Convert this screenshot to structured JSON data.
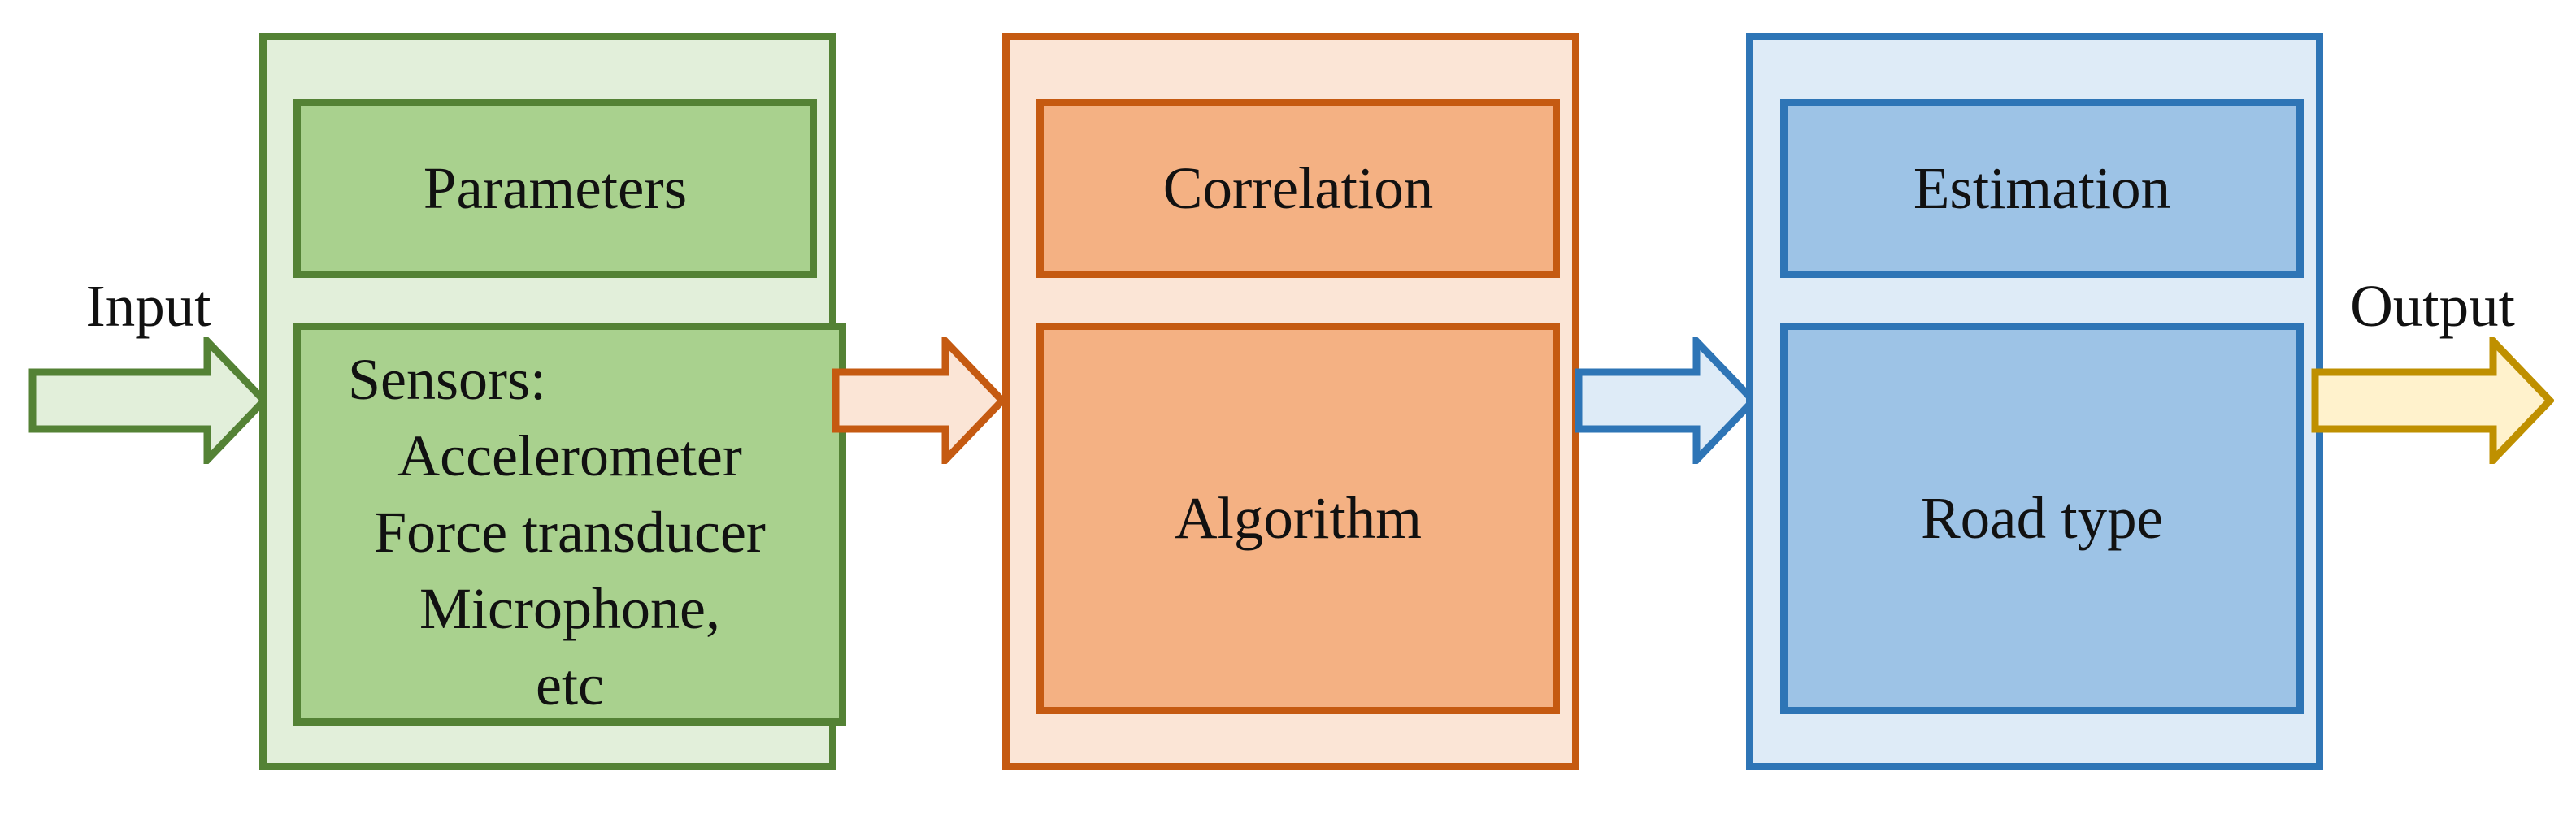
{
  "diagram": {
    "title": "road type estimation flow diagram",
    "input_label": "Input",
    "output_label": "Output",
    "blocks": [
      {
        "name": "sensing-stage",
        "accent": "#548235",
        "fill_light": "#E2EFDA",
        "fill": "#A9D18E",
        "top_label": "Parameters",
        "bottom_lines": [
          "Sensors:",
          "Accelerometer",
          "Force transducer",
          "Microphone,",
          "etc"
        ]
      },
      {
        "name": "processing-stage",
        "accent": "#C55A11",
        "fill_light": "#FBE5D6",
        "fill": "#F4B183",
        "top_label": "Correlation",
        "bottom_label": "Algorithm"
      },
      {
        "name": "estimation-stage",
        "accent": "#2E75B6",
        "fill_light": "#DEEBF7",
        "fill": "#9DC3E6",
        "top_label": "Estimation",
        "bottom_label": "Road type"
      }
    ],
    "arrows": [
      {
        "name": "input-arrow",
        "fill": "#E2EFDA",
        "stroke": "#548235"
      },
      {
        "name": "stage1-to-stage2-arrow",
        "fill": "#FBE5D6",
        "stroke": "#C55A11"
      },
      {
        "name": "stage2-to-stage3-arrow",
        "fill": "#DEEBF7",
        "stroke": "#2E75B6"
      },
      {
        "name": "output-arrow",
        "fill": "#FFF2CC",
        "stroke": "#BF9000"
      }
    ]
  }
}
